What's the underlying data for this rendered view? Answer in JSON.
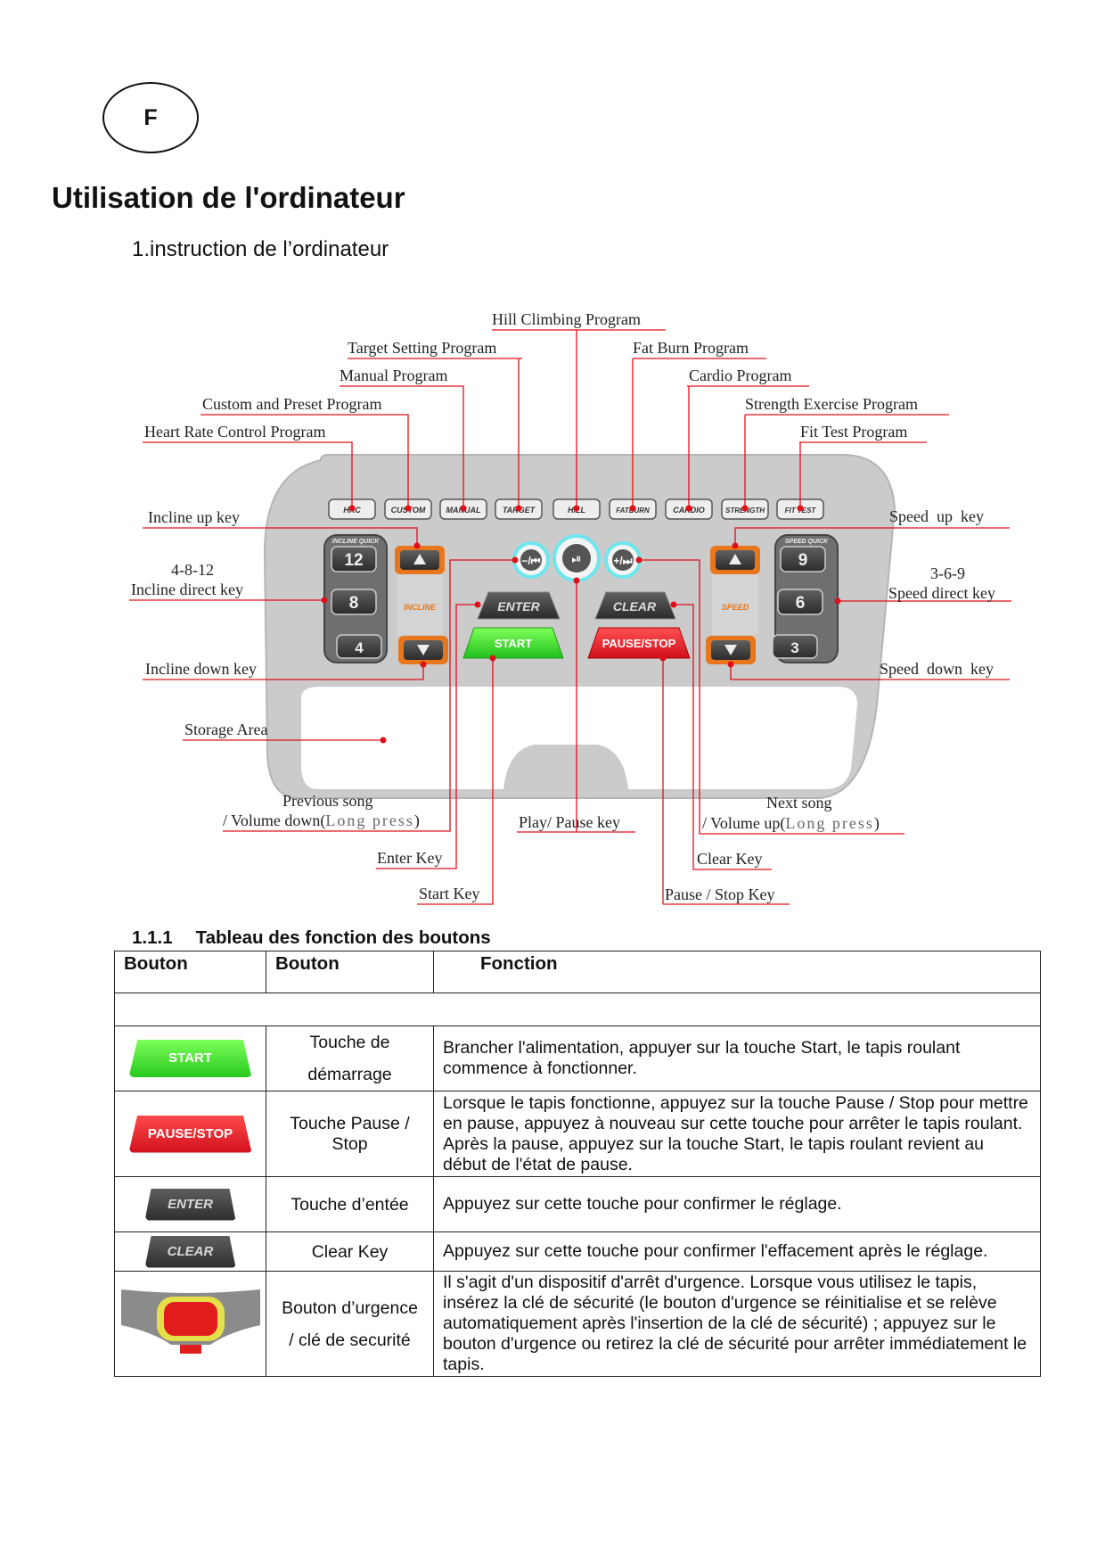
{
  "page": {
    "lang_badge": "F",
    "title": "Utilisation de l'ordinateur",
    "subtitle": "1.instruction de l’ordinateur"
  },
  "diagram": {
    "program_buttons": [
      "HRC",
      "CUSTOM",
      "MANUAL",
      "TARGET",
      "HILL",
      "FATBURN",
      "CARDIO",
      "STRENGTH",
      "FIT TEST"
    ],
    "incline_quick_label": "INCLINE QUICK",
    "speed_quick_label": "SPEED QUICK",
    "incline_keys": [
      "12",
      "8",
      "4"
    ],
    "speed_keys": [
      "9",
      "6",
      "3"
    ],
    "incline_label": "INCLINE",
    "speed_label": "SPEED",
    "enter": "ENTER",
    "clear": "CLEAR",
    "start": "START",
    "pause_stop": "PAUSE/STOP",
    "labels": {
      "hill": "Hill Climbing Program",
      "target": "Target Setting Program",
      "fatburn": "Fat Burn Program",
      "manual": "Manual Program",
      "cardio": "Cardio Program",
      "custom": "Custom and Preset Program",
      "strength": "Strength Exercise Program",
      "hrc": "Heart Rate Control Program",
      "fittest": "Fit Test Program",
      "incline_up": "Incline up key",
      "speed_up": "Speed  up  key",
      "incline_direct_1": "4-8-12",
      "incline_direct_2": "Incline direct key",
      "speed_direct_1": "3-6-9",
      "speed_direct_2": "Speed direct key",
      "incline_down": "Incline down key",
      "speed_down": "Speed  down  key",
      "storage": "Storage Area",
      "prev_1": "Previous song",
      "prev_2": "/ Volume down(",
      "prev_long": "Long press",
      "prev_end": ")",
      "play": "Play/ Pause key",
      "next_1": "Next song",
      "next_2": "/ Volume up(",
      "next_long": "Long press",
      "next_end": ")",
      "enter_key": "Enter Key",
      "clear_key": "Clear Key",
      "start_key": "Start Key",
      "pause_key": "Pause / Stop Key"
    }
  },
  "table": {
    "section_number": "1.1.1",
    "section_title": "Tableau des fonction des boutons",
    "headers": [
      "Bouton",
      "Bouton",
      "Fonction"
    ],
    "rows": [
      {
        "button": "START",
        "name_1": "Touche de",
        "name_2": "démarrage",
        "fn": "Brancher l'alimentation, appuyer sur la touche Start, le tapis roulant commence à fonctionner."
      },
      {
        "button": "PAUSE/STOP",
        "name_1": "Touche Pause /",
        "name_2": "Stop",
        "fn": "Lorsque le tapis fonctionne, appuyez sur la touche Pause / Stop pour mettre en pause, appuyez à nouveau sur cette touche pour arrêter le tapis roulant. Après la pause, appuyez sur la touche Start, le tapis roulant revient au début de l'état de pause."
      },
      {
        "button": "ENTER",
        "name_1": "Touche d’entée",
        "name_2": "",
        "fn": "Appuyez sur cette touche pour confirmer le réglage."
      },
      {
        "button": "CLEAR",
        "name_1": "Clear Key",
        "name_2": "",
        "fn": "Appuyez sur cette touche pour confirmer l'effacement après le réglage."
      },
      {
        "button": "",
        "name_1": "Bouton d’urgence",
        "name_2": "/ clé de securité",
        "fn": "Il s'agit d'un dispositif d'arrêt d'urgence. Lorsque vous utilisez le tapis, insérez la clé de sécurité (le bouton d'urgence se réinitialise et se relève automatiquement après l'insertion de la clé de sécurité) ; appuyez sur le bouton d'urgence ou retirez la clé de sécurité pour arrêter immédiatement le tapis."
      }
    ]
  },
  "colors": {
    "leader": "#e0101a",
    "panel": "#c9c9c9",
    "start": "#2ecc27",
    "pause": "#e01520",
    "key_orange": "#e8761c"
  }
}
